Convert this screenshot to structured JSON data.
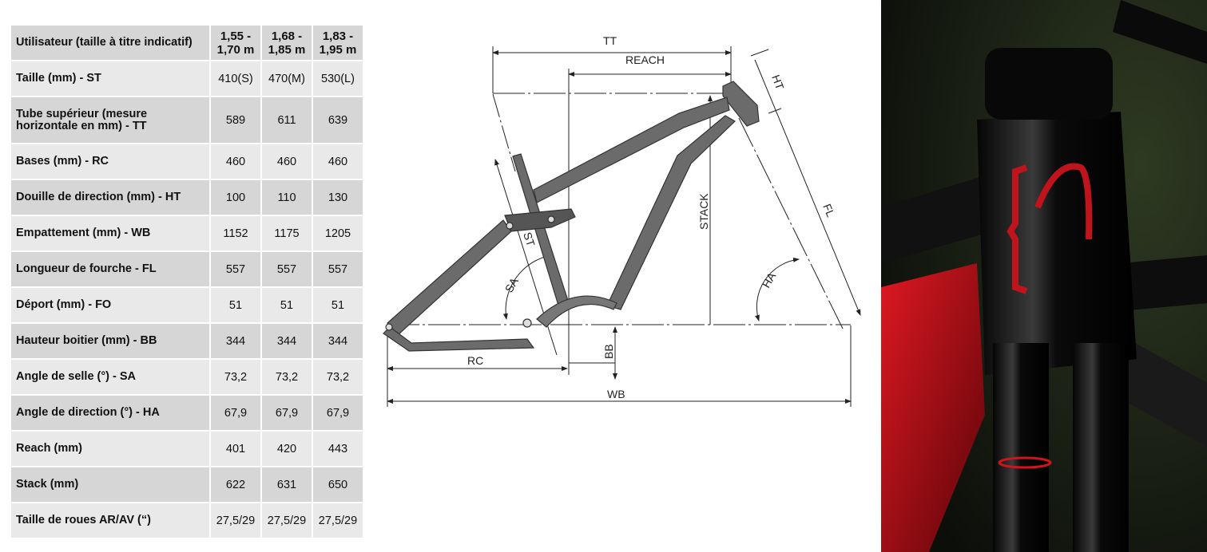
{
  "table": {
    "header": {
      "label": "Utilisateur (taille à titre indicatif)",
      "sizes": [
        "1,55 - 1,70 m",
        "1,68 - 1,85 m",
        "1,83 - 1,95 m"
      ]
    },
    "rows": [
      {
        "label": "Taille (mm) - ST",
        "values": [
          "410(S)",
          "470(M)",
          "530(L)"
        ]
      },
      {
        "label": "Tube supérieur (mesure horizontale en mm) - TT",
        "values": [
          "589",
          "611",
          "639"
        ]
      },
      {
        "label": "Bases (mm) - RC",
        "values": [
          "460",
          "460",
          "460"
        ]
      },
      {
        "label": "Douille de direction (mm) - HT",
        "values": [
          "100",
          "110",
          "130"
        ]
      },
      {
        "label": "Empattement (mm) - WB",
        "values": [
          "1152",
          "1175",
          "1205"
        ]
      },
      {
        "label": "Longueur de fourche - FL",
        "values": [
          "557",
          "557",
          "557"
        ]
      },
      {
        "label": "Déport (mm) - FO",
        "values": [
          "51",
          "51",
          "51"
        ]
      },
      {
        "label": "Hauteur boitier (mm) - BB",
        "values": [
          "344",
          "344",
          "344"
        ]
      },
      {
        "label": "Angle de selle (°) - SA",
        "values": [
          "73,2",
          "73,2",
          "73,2"
        ]
      },
      {
        "label": "Angle de direction (°) - HA",
        "values": [
          "67,9",
          "67,9",
          "67,9"
        ]
      },
      {
        "label": "Reach (mm)",
        "values": [
          "401",
          "420",
          "443"
        ]
      },
      {
        "label": "Stack (mm)",
        "values": [
          "622",
          "631",
          "650"
        ]
      },
      {
        "label": "Taille de roues AR/AV (“)",
        "values": [
          "27,5/29",
          "27,5/29",
          "27,5/29"
        ]
      }
    ]
  },
  "diagram": {
    "labels": {
      "tt": "TT",
      "reach": "REACH",
      "ht": "HT",
      "stack": "STACK",
      "fl": "FL",
      "st": "ST",
      "sa": "SA",
      "ha": "HA",
      "bb": "BB",
      "rc": "RC",
      "wb": "WB"
    },
    "frame_color": "#5a5a5a"
  },
  "photo": {
    "accent": "#d0141c"
  }
}
